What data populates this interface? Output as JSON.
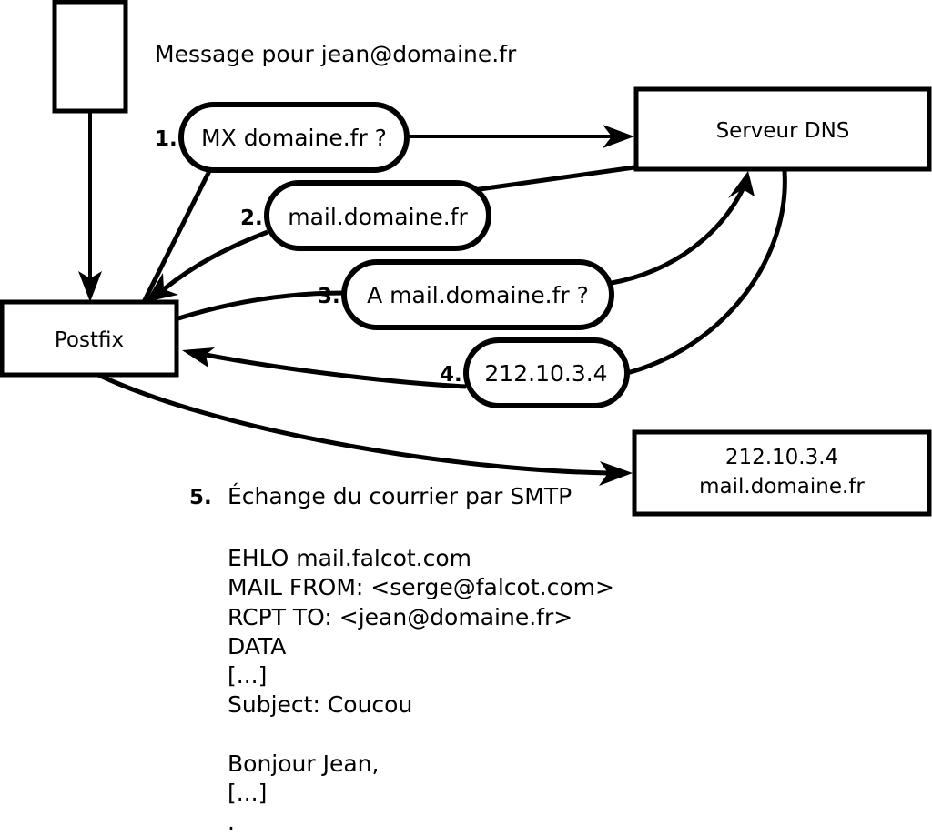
{
  "diagram": {
    "title_caption": "Message pour jean@domaine.fr",
    "nodes": {
      "client": {
        "label": ""
      },
      "postfix": {
        "label": "Postfix"
      },
      "dns": {
        "label": "Serveur DNS"
      },
      "mailserver": {
        "line1": "212.10.3.4",
        "line2": "mail.domaine.fr"
      }
    },
    "steps": [
      {
        "number": "1.",
        "message": "MX domaine.fr ?"
      },
      {
        "number": "2.",
        "message": "mail.domaine.fr"
      },
      {
        "number": "3.",
        "message": "A mail.domaine.fr ?"
      },
      {
        "number": "4.",
        "message": "212.10.3.4"
      }
    ],
    "step5": {
      "number": "5.",
      "label": "Échange du courrier par SMTP"
    },
    "transcript": [
      "EHLO mail.falcot.com",
      "MAIL FROM: <serge@falcot.com>",
      "RCPT TO: <jean@domaine.fr>",
      "DATA",
      "[...]",
      "Subject: Coucou",
      "",
      "Bonjour Jean,",
      "[...]",
      "."
    ],
    "colors": {
      "stroke": "#000000",
      "fill": "#ffffff",
      "text": "#000000"
    }
  }
}
